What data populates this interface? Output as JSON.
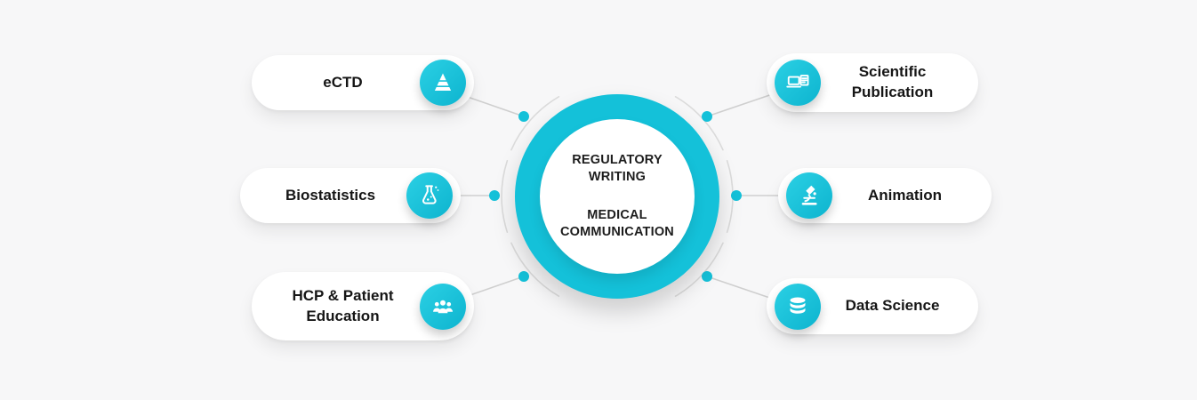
{
  "colors": {
    "accent": "#14c1d9",
    "background": "#f7f7f8",
    "pill_background": "#ffffff",
    "text_dark": "#1d1d1d",
    "connector_gray": "#cfcfcf"
  },
  "center": {
    "title_top": "REGULATORY WRITING",
    "title_bottom": "MEDICAL COMMUNICATION"
  },
  "nodes": [
    {
      "label": "eCTD",
      "icon": "pyramid-icon",
      "side": "left"
    },
    {
      "label": "Biostatistics",
      "icon": "flask-icon",
      "side": "left"
    },
    {
      "label": "HCP & Patient Education",
      "icon": "people-icon",
      "side": "left"
    },
    {
      "label": "Scientific Publication",
      "icon": "laptop-document-icon",
      "side": "right"
    },
    {
      "label": "Animation",
      "icon": "microscope-icon",
      "side": "right"
    },
    {
      "label": "Data Science",
      "icon": "database-icon",
      "side": "right"
    }
  ]
}
